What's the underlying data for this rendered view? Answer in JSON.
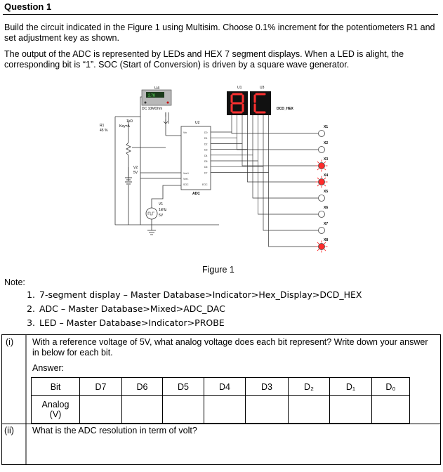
{
  "question_title": "Question 1",
  "intro_1": "Build the circuit indicated in the Figure 1 using Multisim. Choose 0.1% increment for the potentiometers R1 and set adjustment key as shown.",
  "intro_2": "The output of the ADC is represented by LEDs and HEX 7 segment displays. When a LED is alight, the corresponding bit is “1”.  SOC (Start of Conversion) is driven by a square wave generator.",
  "figure": {
    "caption": "Figure 1",
    "u4": "U4",
    "meter_value": "2.78",
    "meter_label": "DC  10MOhm",
    "u1": "U1",
    "u3": "U3",
    "hex_digits": "8C",
    "dcd_hex": "DCD_HEX",
    "r1": "R1",
    "r1_pct": "45 %",
    "r1_val": "1kΩ",
    "r1_key": "Key=A",
    "v2": "V2",
    "v2_val": "5V",
    "u2": "U2",
    "adc_label": "ADC",
    "adc_pins": [
      "Vin",
      "D0",
      "D1",
      "D2",
      "D3",
      "D4",
      "D5",
      "D6",
      "D7",
      "Vref+",
      "Vref-",
      "SOC",
      "EOC"
    ],
    "v1": "V1",
    "v1_freq": "1kHz",
    "v1_val": "5V",
    "probes": [
      "X1",
      "X2",
      "X3",
      "X4",
      "X5",
      "X6",
      "X7",
      "X8"
    ],
    "probe_on": [
      false,
      false,
      true,
      true,
      false,
      false,
      false,
      true
    ]
  },
  "note_label": "Note:",
  "notes": [
    "7-segment display – Master Database>Indicator>Hex_Display>DCD_HEX",
    "ADC – Master Database>Mixed>ADC_DAC",
    "LED – Master Database>Indicator>PROBE"
  ],
  "q1": {
    "num": "(i)",
    "text": "With a reference voltage of 5V, what analog voltage does each bit represent? Write down your answer in below for each bit.",
    "answer_label": "Answer:",
    "row1_label": "Bit",
    "bits": [
      "D7",
      "D6",
      "D5",
      "D4",
      "D3",
      "D₂",
      "D₁",
      "D₀"
    ],
    "row2_label": "Analog (V)"
  },
  "q2": {
    "num": "(ii)",
    "text": "What is the ADC resolution in term of volt?"
  }
}
